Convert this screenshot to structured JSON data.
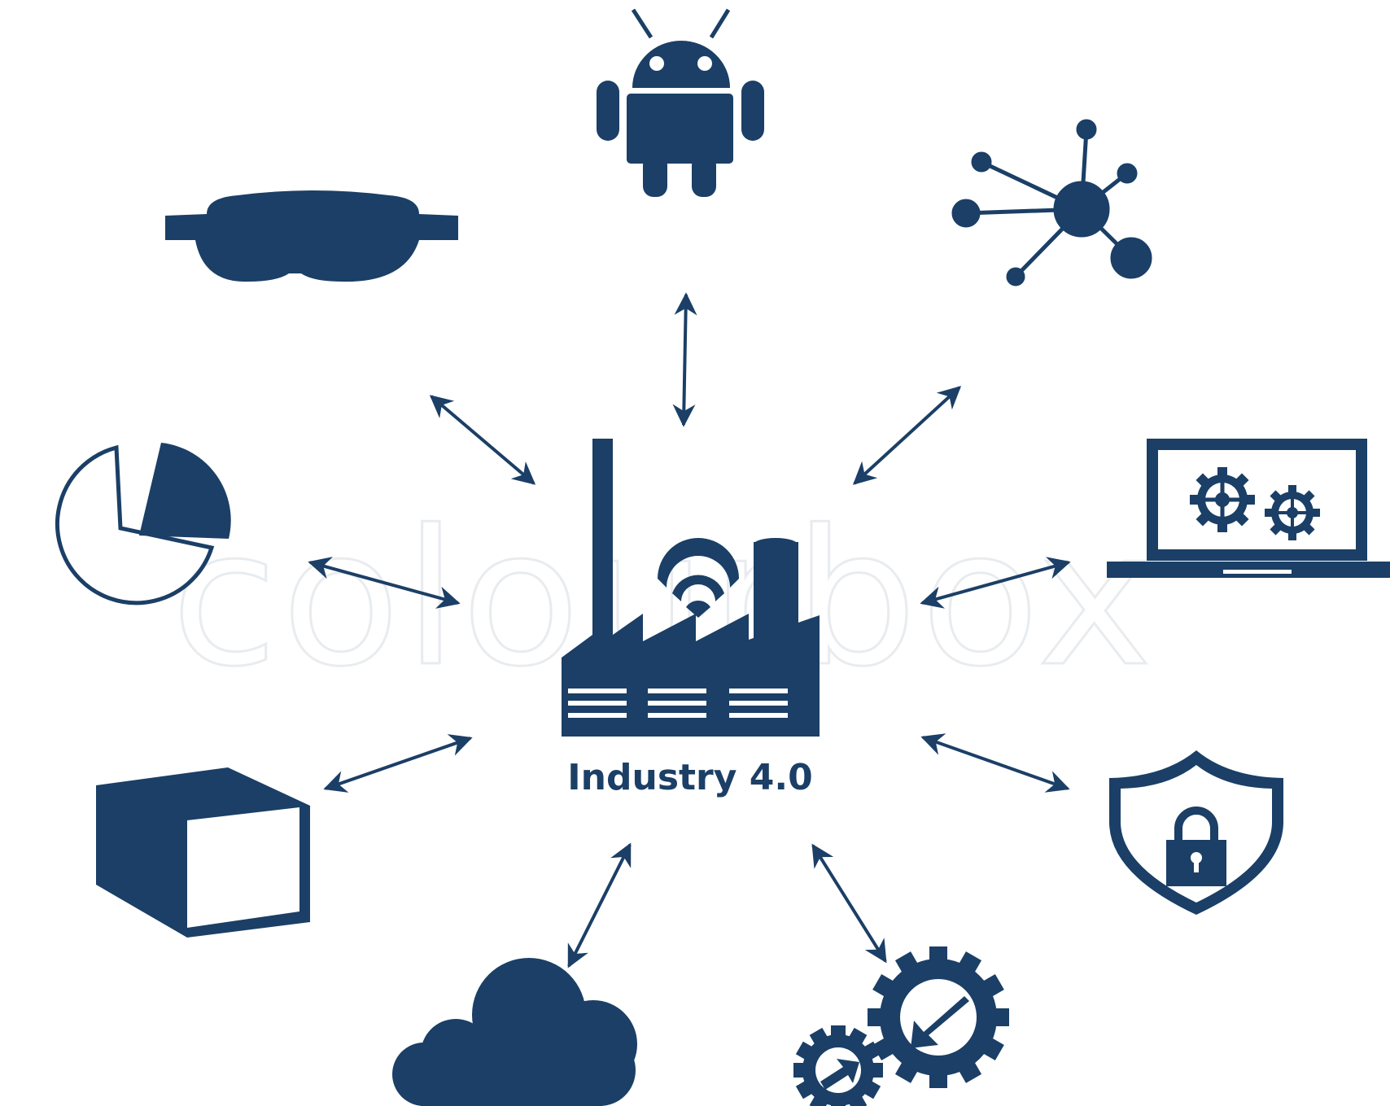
{
  "title": "Industry 4.0",
  "watermark": "colourbox",
  "colors": {
    "primary": "#1b3f66",
    "background": "#ffffff",
    "watermark": "#e9ecef"
  },
  "center": {
    "icon": "smart-factory-icon"
  },
  "nodes": [
    {
      "id": "robot",
      "icon": "android-robot-icon"
    },
    {
      "id": "network",
      "icon": "network-hub-icon"
    },
    {
      "id": "computer",
      "icon": "laptop-gears-icon"
    },
    {
      "id": "security",
      "icon": "shield-lock-icon"
    },
    {
      "id": "automation",
      "icon": "gears-arrows-icon"
    },
    {
      "id": "cloud",
      "icon": "cloud-icon"
    },
    {
      "id": "product",
      "icon": "box-3d-icon"
    },
    {
      "id": "analytics",
      "icon": "pie-chart-icon"
    },
    {
      "id": "augmented-reality",
      "icon": "vr-goggles-icon"
    }
  ]
}
